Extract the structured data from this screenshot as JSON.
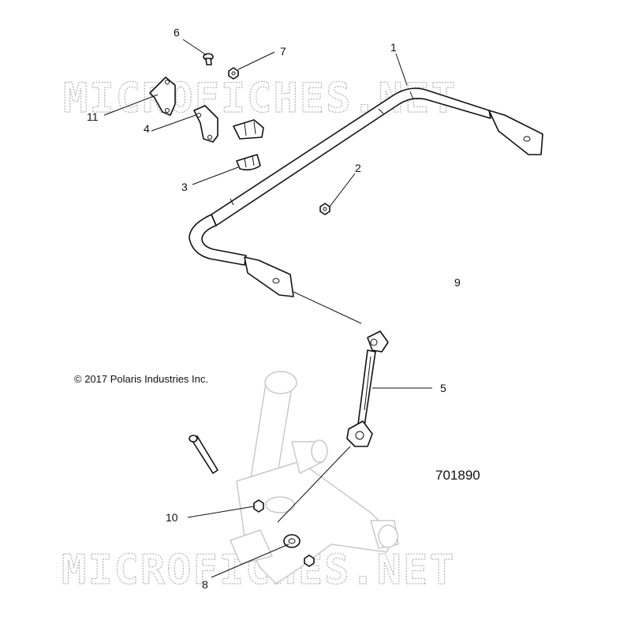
{
  "watermark": "MICROFICHES.NET",
  "copyright": "© 2017 Polaris Industries Inc.",
  "drawing_number": "701890",
  "callouts": {
    "c1": "1",
    "c2": "2",
    "c3": "3",
    "c4": "4",
    "c5": "5",
    "c6": "6",
    "c7": "7",
    "c8": "8",
    "c9": "9",
    "c10": "10",
    "c11": "11"
  },
  "colors": {
    "line": "#111111",
    "watermark": "#b5b5b5",
    "ghost": "#c9c9c9",
    "background": "#ffffff"
  }
}
